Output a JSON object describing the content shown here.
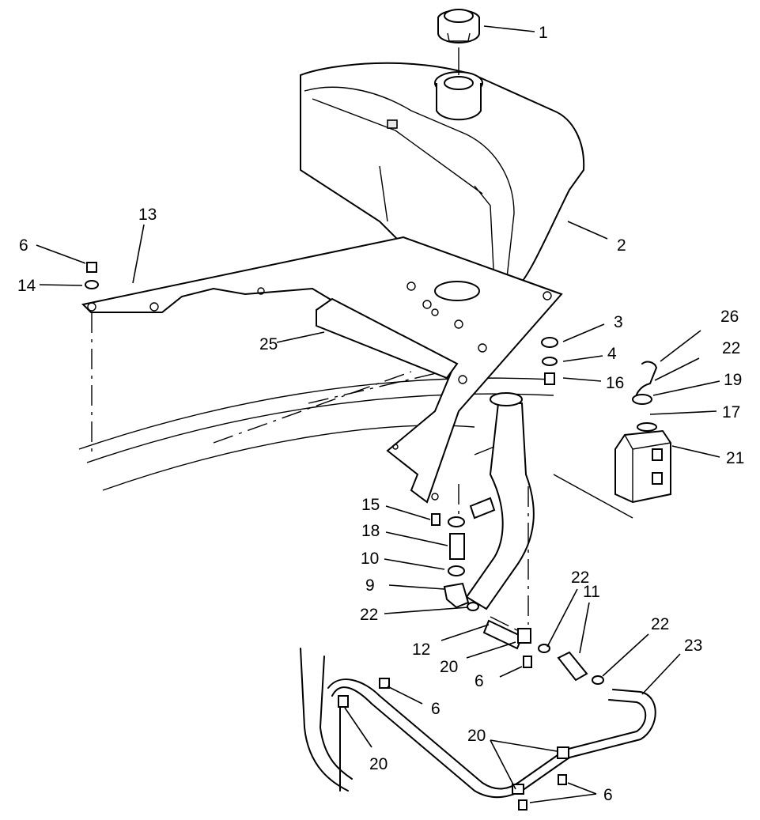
{
  "callouts": [
    "1",
    "2",
    "3",
    "4",
    "16",
    "26",
    "22",
    "19",
    "17",
    "21",
    "13",
    "6",
    "14",
    "25",
    "15",
    "18",
    "10",
    "9",
    "22",
    "12",
    "20",
    "6",
    "22",
    "11",
    "22",
    "23",
    "6",
    "20",
    "20",
    "6"
  ]
}
